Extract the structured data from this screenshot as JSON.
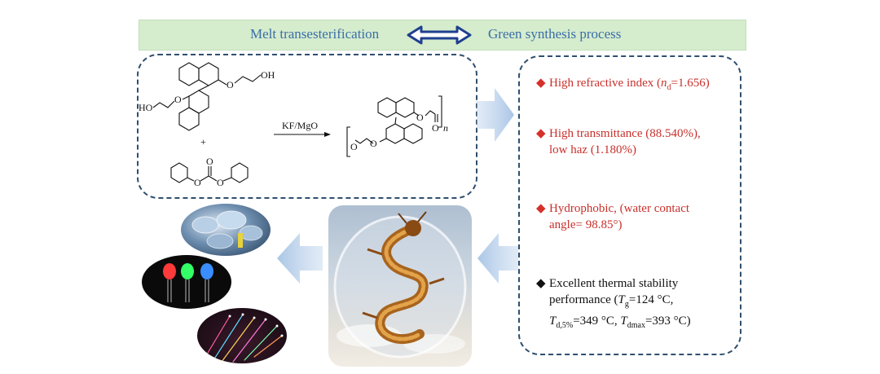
{
  "banner": {
    "left_text": "Melt transesterification",
    "right_text": "Green synthesis process"
  },
  "reaction": {
    "reactant1": {
      "hydroxyl_top": "OH",
      "hydroxyl_left": "HO",
      "ether_top": "O",
      "ether_left": "O"
    },
    "plus": "+",
    "reactant2": {
      "o_left": "O",
      "o_right": "O",
      "o_carbonyl": "O"
    },
    "catalyst": "KF/MgO",
    "product": {
      "o_ether1": "O",
      "o_ether2": "O",
      "o_ester": "O",
      "o_carbonyl": "O",
      "subscript_n": "n"
    }
  },
  "properties": [
    {
      "color": "#c8302b",
      "lines": [
        "High refractive index (nd=1.656)"
      ]
    },
    {
      "color": "#c8302b",
      "lines": [
        "High transmittance (88.540%),",
        "low haz (1.180%)"
      ]
    },
    {
      "color": "#c8302b",
      "lines": [
        "Hydrophobic, (water contact",
        "angle= 98.85°)"
      ]
    },
    {
      "color": "#111111",
      "lines": [
        "Excellent thermal stability",
        "performance (Tg=124 °C,",
        "Td,5%=349 °C, Tdmax=393 °C)"
      ]
    }
  ],
  "text": {
    "p1_prefix": "High refractive index (",
    "p1_n": "n",
    "p1_d": "d",
    "p1_suffix": "=1.656)",
    "p2_line1": "High transmittance (88.540%),",
    "p2_line2": "low haz (1.180%)",
    "p3_line1": "Hydrophobic, (water contact",
    "p3_line2": "angle= 98.85°)",
    "p4_line1": "Excellent thermal stability",
    "p4_line2_prefix": "performance (",
    "p4_T": "T",
    "p4_g": "g",
    "p4_line2_suffix": "=124 °C,",
    "p4_line3_T1": "T",
    "p4_line3_sub1": "d,5%",
    "p4_line3_mid": "=349 °C, ",
    "p4_line3_T2": "T",
    "p4_line3_sub2": "dmax",
    "p4_line3_suffix": "=393 °C)"
  },
  "colors": {
    "banner_bg": "#d5eccd",
    "banner_text": "#3a6ea8",
    "dash_border": "#2f4f6f",
    "arrow_fill": "#c5d8ee",
    "red_text": "#c8302b",
    "red_bullet": "#d6302a"
  },
  "icons": {
    "double_arrow": "double-arrow-icon",
    "bullet": "diamond-bullet-icon"
  }
}
